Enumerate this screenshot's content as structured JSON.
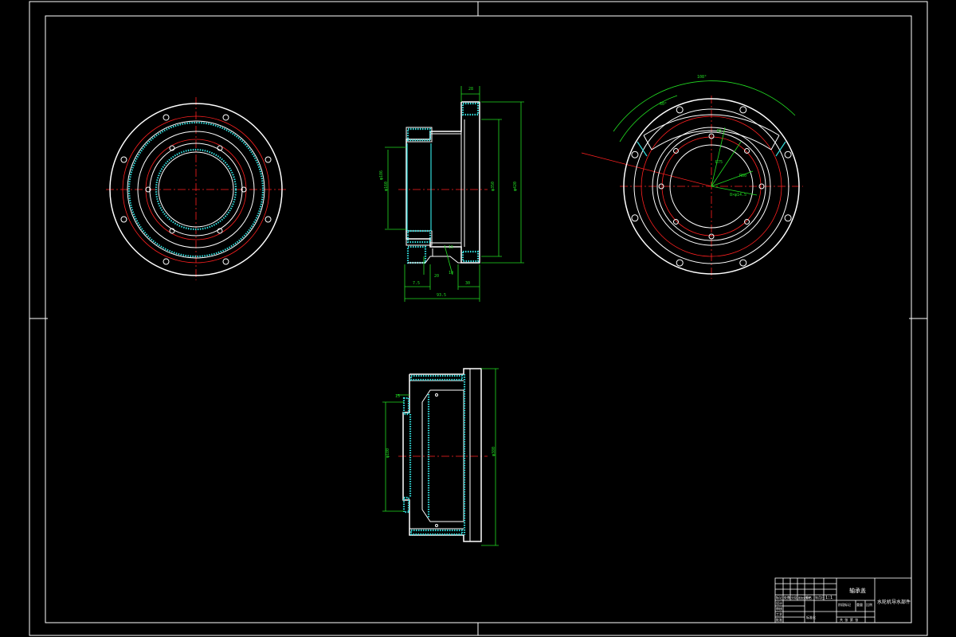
{
  "title_block": {
    "part_name": "轴承盖",
    "drawing_title": "水轮机导水部件",
    "scale": "1:1",
    "header_labels": [
      "标记",
      "处数",
      "分区",
      "更改文件号",
      "签名",
      "年月日"
    ],
    "approval_labels": [
      "设计",
      "审核",
      "工艺",
      "批准"
    ],
    "stage_label": "阶段标记",
    "weight_label": "重量",
    "scale_label": "比例",
    "sheet_label": "共 张 第 张",
    "standardize_label": "标准化"
  },
  "dimensions": {
    "section_flange_thickness": "28",
    "section_bore_diameter": "φ160",
    "section_inner_diameter": "φ186",
    "section_mid_diameter": "φ350",
    "section_outer_diameter": "φ420",
    "section_width_a": "20",
    "section_width_b": "30",
    "section_step": "7.5",
    "section_total_width": "93.5",
    "section_lip": "15",
    "section_chamfer": "10",
    "lower_bore": "φ180",
    "lower_outer": "φ380",
    "lower_step": "15",
    "radial_angle_a": "108°",
    "radial_angle_b": "60°",
    "radial_r1": "R5",
    "radial_r2": "R75",
    "radial_r3": "R80",
    "radial_holes": "8×φ14.5"
  }
}
